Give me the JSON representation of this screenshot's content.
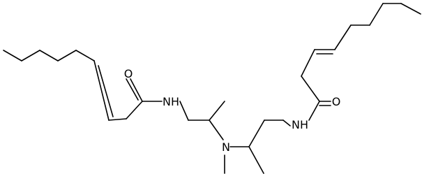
{
  "diagram": {
    "type": "skeletal-structure",
    "atom_labels": {
      "o_left": "O",
      "nh_left": "NH",
      "n_center": "N",
      "nh_right": "NH",
      "o_right": "O"
    },
    "colors": {
      "bond": "#000000",
      "label": "#000000",
      "background": "#ffffff"
    }
  }
}
